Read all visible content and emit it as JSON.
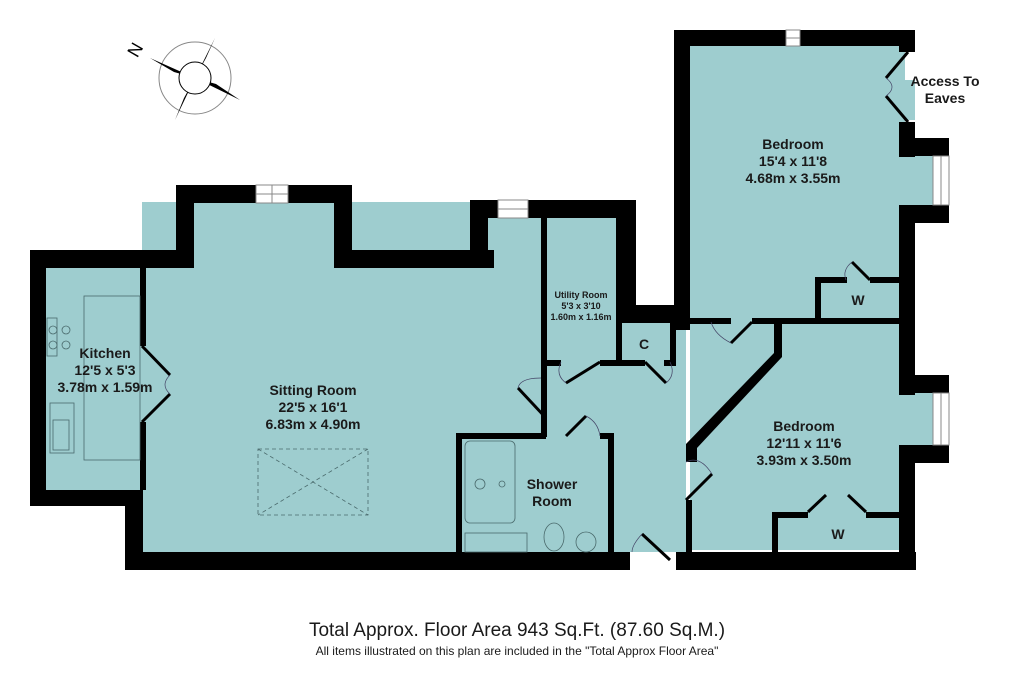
{
  "colors": {
    "floor": "#9ecdcf",
    "wall": "#000000",
    "background": "#ffffff",
    "text": "#1a1a1a"
  },
  "compass": {
    "icon": "compass-rose-icon",
    "north_label": "N"
  },
  "rooms": {
    "kitchen": {
      "name": "Kitchen",
      "imperial": "12'5 x 5'3",
      "metric": "3.78m x 1.59m"
    },
    "sitting_room": {
      "name": "Sitting Room",
      "imperial": "22'5 x 16'1",
      "metric": "6.83m x 4.90m"
    },
    "utility_room": {
      "name": "Utility Room",
      "imperial": "5'3 x 3'10",
      "metric": "1.60m x 1.16m"
    },
    "cupboard": {
      "name": "C"
    },
    "bedroom_1": {
      "name": "Bedroom",
      "imperial": "15'4 x 11'8",
      "metric": "4.68m x 3.55m"
    },
    "wardrobe_1": {
      "name": "W"
    },
    "bedroom_2": {
      "name": "Bedroom",
      "imperial": "12'11 x 11'6",
      "metric": "3.93m x 3.50m"
    },
    "wardrobe_2": {
      "name": "W"
    },
    "shower_room": {
      "name": "Shower",
      "name_line2": "Room"
    },
    "eaves": {
      "line1": "Access To",
      "line2": "Eaves"
    }
  },
  "footer": {
    "total_area": "Total Approx. Floor Area 943 Sq.Ft. (87.60 Sq.M.)",
    "note": "All items illustrated on this plan are included in the \"Total Approx Floor Area\""
  }
}
